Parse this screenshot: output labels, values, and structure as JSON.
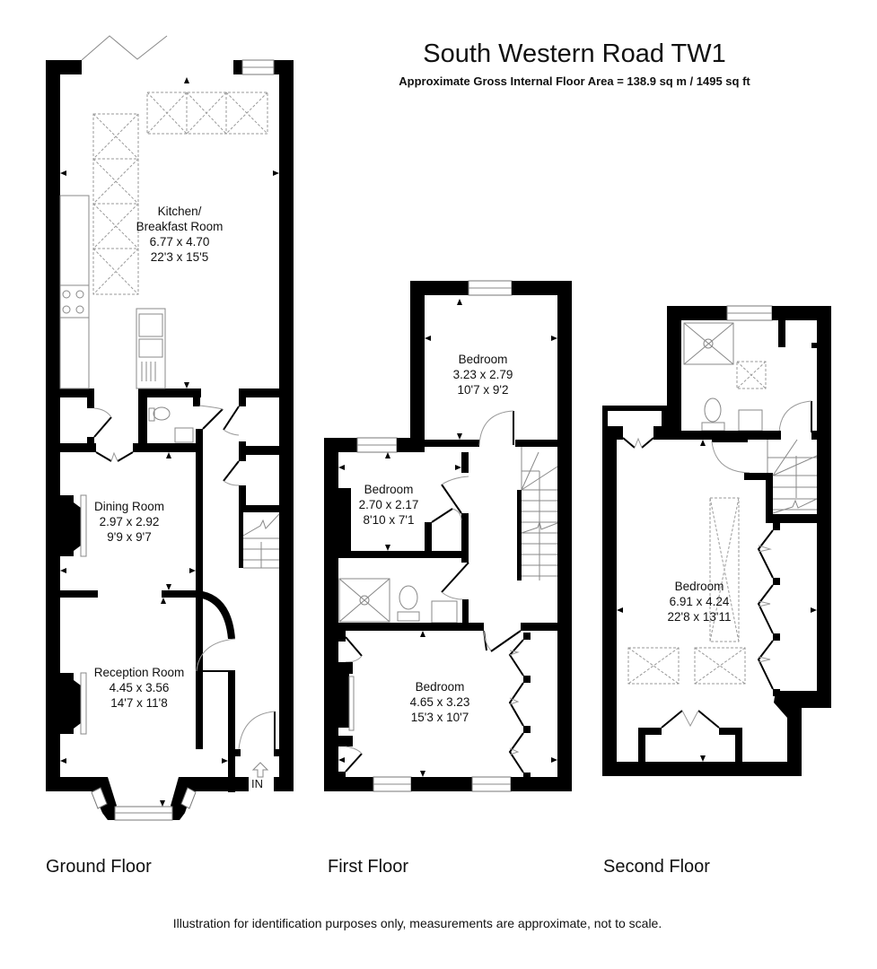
{
  "header": {
    "title": "South Western Road TW1",
    "subtitle": "Approximate Gross Internal Floor Area  = 138.9 sq m / 1495 sq ft"
  },
  "floors": {
    "ground": {
      "label": "Ground Floor",
      "entrance_label": "IN",
      "rooms": [
        {
          "name": "Kitchen/",
          "name2": "Breakfast Room",
          "metric": "6.77 x 4.70",
          "imperial": "22'3 x 15'5"
        },
        {
          "name": "Dining Room",
          "metric": "2.97 x 2.92",
          "imperial": "9'9 x 9'7"
        },
        {
          "name": "Reception Room",
          "metric": "4.45 x 3.56",
          "imperial": "14'7 x 11'8"
        }
      ]
    },
    "first": {
      "label": "First Floor",
      "rooms": [
        {
          "name": "Bedroom",
          "metric": "3.23 x 2.79",
          "imperial": "10'7 x 9'2"
        },
        {
          "name": "Bedroom",
          "metric": "2.70 x 2.17",
          "imperial": "8'10 x 7'1"
        },
        {
          "name": "Bedroom",
          "metric": "4.65 x 3.23",
          "imperial": "15'3 x 10'7"
        }
      ]
    },
    "second": {
      "label": "Second Floor",
      "rooms": [
        {
          "name": "Bedroom",
          "metric": "6.91 x 4.24",
          "imperial": "22'8 x 13'11"
        }
      ]
    }
  },
  "footer": {
    "disclaimer": "Illustration for identification purposes only, measurements are approximate, not to scale."
  },
  "colors": {
    "wall": "#000000",
    "fixture": "#888888",
    "background": "#ffffff"
  }
}
